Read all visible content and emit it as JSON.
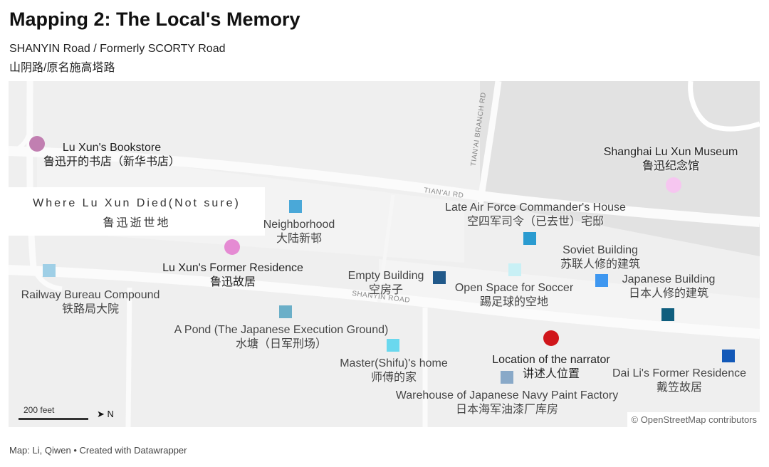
{
  "header": {
    "title": "Mapping 2: The Local's Memory",
    "subtitle_en": "SHANYIN Road / Formerly SCORTY Road",
    "subtitle_zh": "山阴路/原名施高塔路"
  },
  "map": {
    "roads": {
      "tianai_branch": "TIAN'AI BRANCH RD",
      "tianai": "TIAN'AI RD",
      "shanyin": "SHANYIN ROAD"
    },
    "died_box": {
      "en": "Where Lu Xun Died(Not sure)",
      "zh": "鲁迅逝世地"
    },
    "markers": [
      {
        "id": "bookstore",
        "shape": "circle",
        "color": "#c17fb1"
      },
      {
        "id": "museum",
        "shape": "circle",
        "color": "#f6c6f0"
      },
      {
        "id": "former-residence",
        "shape": "circle",
        "color": "#e58bd3"
      },
      {
        "id": "neighborhood",
        "shape": "square",
        "color": "#4aa8d8"
      },
      {
        "id": "commander-house",
        "shape": "square",
        "color": "#2a9bd0"
      },
      {
        "id": "railway-bureau",
        "shape": "square",
        "color": "#9fcfe6"
      },
      {
        "id": "soviet-building",
        "shape": "square",
        "color": "#c8f0f5"
      },
      {
        "id": "empty-building",
        "shape": "square",
        "color": "#21598a"
      },
      {
        "id": "japanese-building",
        "shape": "square",
        "color": "#3e97f0"
      },
      {
        "id": "pond",
        "shape": "square",
        "color": "#6bafc8"
      },
      {
        "id": "dark-square",
        "shape": "square",
        "color": "#0f5e7e"
      },
      {
        "id": "narrator",
        "shape": "circle",
        "color": "#d0161b"
      },
      {
        "id": "dai-li",
        "shape": "square",
        "color": "#1359b8"
      },
      {
        "id": "master-home",
        "shape": "square",
        "color": "#6ad8ee"
      },
      {
        "id": "warehouse",
        "shape": "square",
        "color": "#89a9c8"
      }
    ],
    "labels": {
      "bookstore": {
        "en": "Lu Xun's Bookstore",
        "zh": "鲁迅开的书店（新华书店）"
      },
      "museum": {
        "en": "Shanghai Lu Xun Museum",
        "zh": "鲁迅纪念馆"
      },
      "neighborhood": {
        "en": "Neighborhood",
        "zh": "大陆新邨"
      },
      "commander_house": {
        "en": "Late Air Force Commander's House",
        "zh": "空四军司令（已去世）宅邸"
      },
      "former_residence": {
        "en": "Lu Xun's Former Residence",
        "zh": "鲁迅故居"
      },
      "soviet_building": {
        "en": "Soviet Building",
        "zh": "苏联人修的建筑"
      },
      "empty_building": {
        "en": "Empty Building",
        "zh": "空房子"
      },
      "open_space": {
        "en": "Open Space for Soccer",
        "zh": "踢足球的空地"
      },
      "japanese_building": {
        "en": "Japanese Building",
        "zh": "日本人修的建筑"
      },
      "railway_bureau": {
        "en": "Railway Bureau Compound",
        "zh": "铁路局大院"
      },
      "pond": {
        "en": "A Pond (The Japanese Execution Ground)",
        "zh": "水塘（日军刑场）"
      },
      "narrator": {
        "en": "Location of the narrator",
        "zh": "讲述人位置"
      },
      "dai_li": {
        "en": "Dai Li's Former Residence",
        "zh": "戴笠故居"
      },
      "master_home": {
        "en": "Master(Shifu)'s home",
        "zh": "师傅的家"
      },
      "warehouse": {
        "en": "Warehouse of Japanese Navy Paint Factory",
        "zh": "日本海军油漆厂库房"
      }
    },
    "scale": {
      "text": "200 feet",
      "north": "➤ N"
    },
    "attribution": "© OpenStreetMap contributors"
  },
  "footer": "Map: Li, Qiwen • Created with Datawrapper"
}
